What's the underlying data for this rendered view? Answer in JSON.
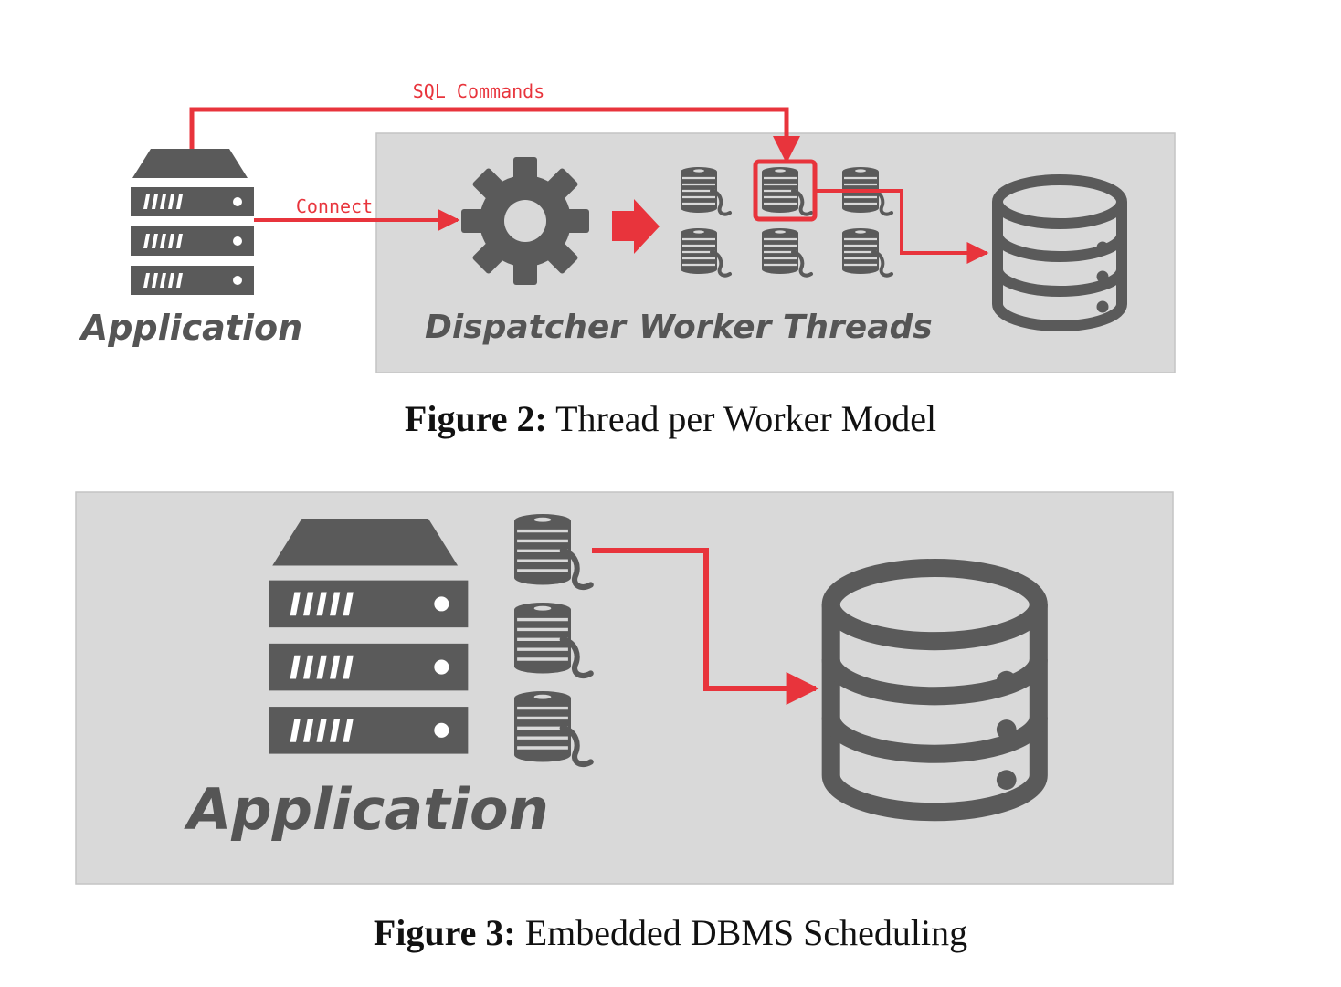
{
  "figure2": {
    "labels": {
      "application": "Application",
      "dispatcher": "Dispatcher",
      "workers": "Worker Threads",
      "sql": "SQL Commands",
      "connect": "Connect"
    },
    "caption": {
      "prefix": "Figure 2:",
      "text": "Thread per Worker Model"
    },
    "worker_grid": {
      "rows": 2,
      "cols": 3,
      "highlighted": [
        0,
        1
      ]
    }
  },
  "figure3": {
    "labels": {
      "application": "Application"
    },
    "caption": {
      "prefix": "Figure 3:",
      "text": "Embedded DBMS Scheduling"
    },
    "thread_count": 3
  },
  "colors": {
    "accent": "#e8343c",
    "icon": "#5a5a5a",
    "panel": "#d9d9d9",
    "panel_border": "#c4c4c4"
  },
  "icons": [
    "server-icon",
    "gear-icon",
    "thread-spool-icon",
    "database-icon"
  ]
}
